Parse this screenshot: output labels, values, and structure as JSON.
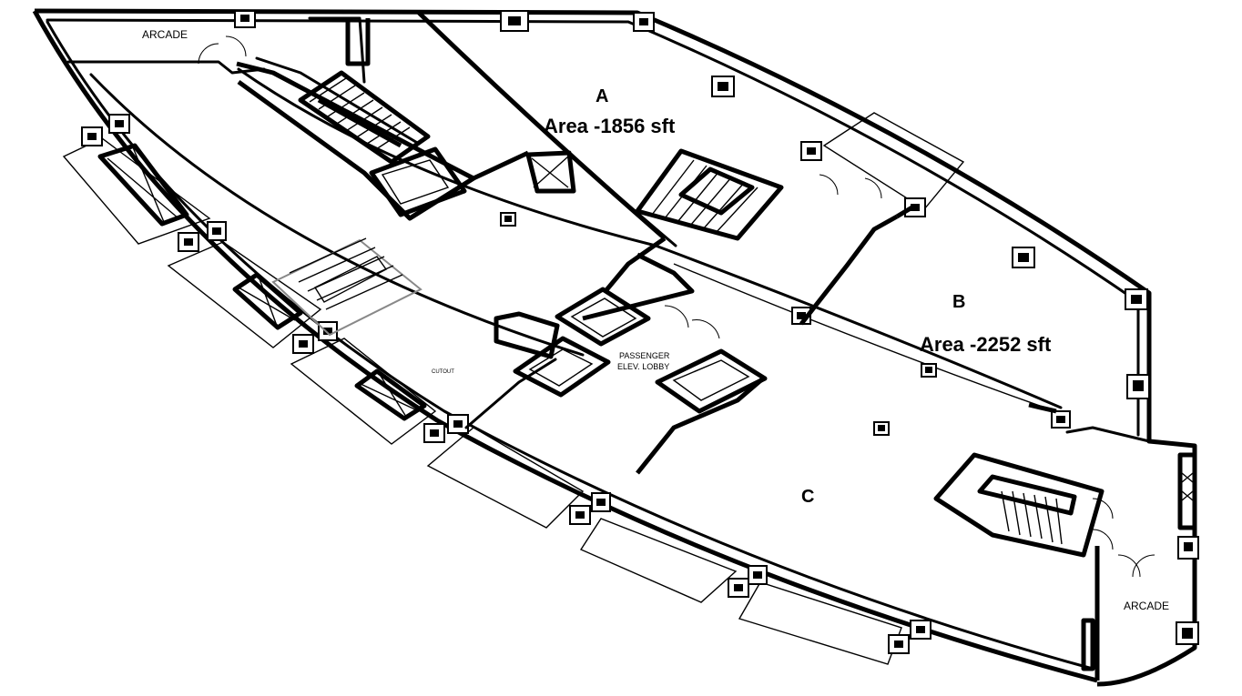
{
  "labels": {
    "arcade_top": "ARCADE",
    "arcade_bottom": "ARCADE",
    "unit_a_letter": "A",
    "unit_a_area": "Area -1856 sft",
    "unit_b_letter": "B",
    "unit_b_area": "Area -2252 sft",
    "unit_c_letter": "C",
    "lobby_line1": "PASSENGER",
    "lobby_line2": "ELEV. LOBBY",
    "cutout": "CUTOUT"
  }
}
